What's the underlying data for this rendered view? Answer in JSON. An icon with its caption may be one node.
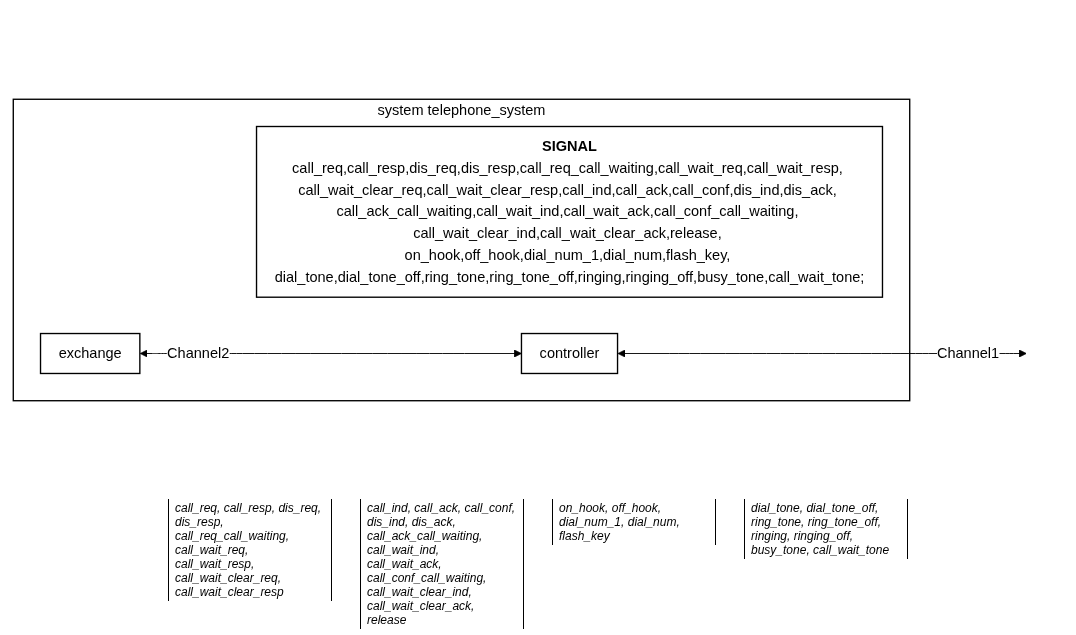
{
  "diagram": {
    "nodes": [
      {
        "text": [
          "system telephone_system"
        ]
      },
      {
        "text": [
          "SIGNAL",
          "call_req,call_resp,dis_req,dis_resp,call_req_call_waiting,call_wait_req,call_wait_resp, call_wait_clear_req,call_wait_clear_resp,call_ind,call_ack,call_conf,dis_ind,dis_ack, call_ack_call_waiting,call_wait_ind,call_wait_ack,call_conf_call_waiting, call_wait_clear_ind,call_wait_clear_ack,release, on_hook,off_hook,dial_num_1,dial_num,flash_key, dial_tone,dial_tone_off,ring_tone,ring_tone_off,ringing,ringing_off,busy_tone,call_wait_tone;"
        ],
        "in": 0
      },
      {
        "text": [
          "exchange"
        ],
        "in": 0
      },
      {
        "text": [
          "controller"
        ],
        "in": 0
      }
    ],
    "edges": [
      {
        "from": 2,
        "to": 3,
        "arrow": "both",
        "label": "Channel2"
      },
      {
        "from": 3,
        "to": null,
        "arrow": "both",
        "label": "Channel1"
      }
    ],
    "labels": [
      "call_req, call_resp, dis_req, dis_resp, call_req_call_waiting, call_wait_req, call_wait_resp, call_wait_clear_req, call_wait_clear_resp",
      "call_ind, call_ack, call_conf, dis_ind, dis_ack, call_ack_call_waiting, call_wait_ind, call_wait_ack, call_conf_call_waiting, call_wait_clear_ind, call_wait_clear_ack, release",
      "on_hook, off_hook, dial_num_1, dial_num, flash_key",
      "dial_tone, dial_tone_off, ring_tone, ring_tone_off, ringing, ringing_off, busy_tone, call_wait_tone"
    ]
  }
}
